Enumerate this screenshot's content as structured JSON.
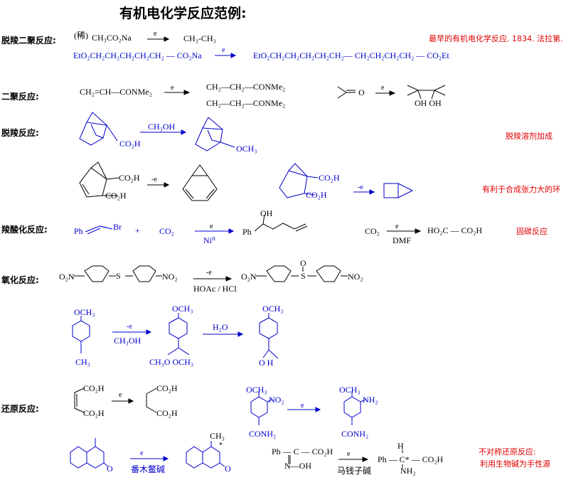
{
  "title": "有机电化学反应范例:",
  "sections": [
    "脱羧二聚反应:",
    "二聚反应:",
    "脱羧反应:",
    "羧酸化反应:",
    "氧化反应:",
    "还原反应:"
  ],
  "notes": [
    "最早的有机电化学反应. 1834. 法拉第.",
    "脱羧溶剂加成",
    "有利于合成张力大的环",
    "固碳反应",
    "不对称还原反应:",
    "利用生物碱为手性源"
  ],
  "e": "e",
  "e_minus": "-e",
  "r1": {
    "cond": "(稀)",
    "reactant": "CH₃CO₂Na",
    "product": "CH₃-CH₃",
    "reactant2": "EtO₂CH₂CH₂CH₂CH₂CH₂ — CO₂Na",
    "product2": "EtO₂CH₂CH₂CH₂CH₂CH₂— CH₂CH₂CH₂CH₂ — CO₂Et"
  },
  "r2": {
    "reactant": "CH₂=CH—CONMe₂",
    "product1": "CH₂—CH₂—CONMe₂",
    "product2": "CH₂—CH₂—CONMe₂",
    "o": "O",
    "pinacol": "OH OH"
  },
  "r3": {
    "cooh": "CO₂H",
    "solvent": "CH₃OH",
    "och3": "OCH₃"
  },
  "r4": {
    "ph": "Ph",
    "br": "Br",
    "plus": "+",
    "co2": "CO₂",
    "cat": "Ni⁰",
    "oh": "OH",
    "dmf": "DMF",
    "oxalic": "HO₂C — CO₂H"
  },
  "r5": {
    "o2n": "O₂N",
    "s": "S",
    "no2": "NO₂",
    "cond": "HOAc / HCl",
    "o": "O"
  },
  "r6": {
    "och3": "OCH₃",
    "ch3": "CH₃",
    "acetal": "CH₃O      OCH₃",
    "water": "H₂O",
    "cho": "O    H"
  },
  "r7": {
    "no2": "NO₂",
    "conh2": "CONH₂",
    "nh2": "NH₂"
  },
  "r8": {
    "strychnine": "番木鳖碱",
    "strychnine2": "马钱子碱",
    "star": "*",
    "oxime": "Ph — C — CO₂H",
    "noh": "N—OH",
    "h": "H",
    "product": "Ph — C* — CO₂H",
    "nh2": "NH₂"
  }
}
